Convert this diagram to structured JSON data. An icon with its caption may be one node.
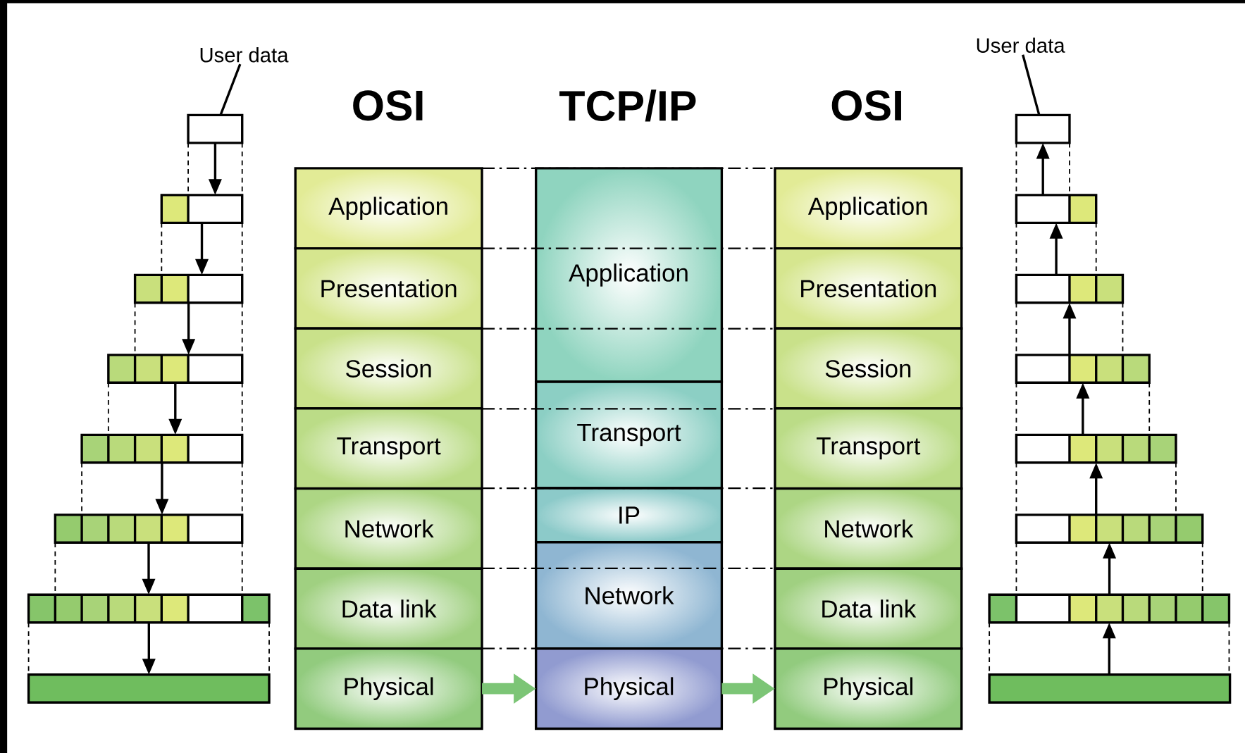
{
  "diagram": {
    "nodes": [
      {
        "text": [
          "User data"
        ]
      },
      {
        "text": [],
        "shape": "bar"
      },
      {
        "text": [],
        "shape": "bar"
      },
      {
        "text": [],
        "shape": "bar"
      },
      {
        "text": [],
        "shape": "bar"
      },
      {
        "text": [],
        "shape": "bar"
      },
      {
        "text": [],
        "shape": "bar"
      },
      {
        "text": [],
        "shape": "bar"
      },
      {
        "text": [],
        "shape": "bar"
      },
      {
        "text": [
          "Application"
        ]
      },
      {
        "text": [
          "Presentation"
        ]
      },
      {
        "text": [
          "Session"
        ]
      },
      {
        "text": [
          "Transport"
        ]
      },
      {
        "text": [
          "Network"
        ]
      },
      {
        "text": [
          "Data link"
        ]
      },
      {
        "text": [
          "Physical"
        ]
      },
      {
        "text": [
          "Application"
        ]
      },
      {
        "text": [
          "Transport"
        ]
      },
      {
        "text": [
          "IP"
        ]
      },
      {
        "text": [
          "Network"
        ]
      },
      {
        "text": [
          "Physical"
        ]
      },
      {
        "text": [
          "Application"
        ]
      },
      {
        "text": [
          "Presentation"
        ]
      },
      {
        "text": [
          "Session"
        ]
      },
      {
        "text": [
          "Transport"
        ]
      },
      {
        "text": [
          "Network"
        ]
      },
      {
        "text": [
          "Data link"
        ]
      },
      {
        "text": [
          "Physical"
        ]
      },
      {
        "text": [
          "User data"
        ]
      },
      {
        "text": [],
        "shape": "bar"
      },
      {
        "text": [],
        "shape": "bar"
      },
      {
        "text": [],
        "shape": "bar"
      },
      {
        "text": [],
        "shape": "bar"
      },
      {
        "text": [],
        "shape": "bar"
      },
      {
        "text": [],
        "shape": "bar"
      },
      {
        "text": [],
        "shape": "bar"
      },
      {
        "text": [],
        "shape": "bar"
      }
    ],
    "edges": [
      {
        "from": 0,
        "to": 1,
        "arrow": "none"
      },
      {
        "from": 1,
        "to": 2,
        "arrow": "to"
      },
      {
        "from": 2,
        "to": 3,
        "arrow": "to"
      },
      {
        "from": 3,
        "to": 4,
        "arrow": "to"
      },
      {
        "from": 4,
        "to": 5,
        "arrow": "to"
      },
      {
        "from": 5,
        "to": 6,
        "arrow": "to"
      },
      {
        "from": 6,
        "to": 7,
        "arrow": "to"
      },
      {
        "from": 7,
        "to": 8,
        "arrow": "to"
      },
      {
        "from": 15,
        "to": 20,
        "arrow": "to",
        "style": "thick",
        "color": "#7cc576"
      },
      {
        "from": 20,
        "to": 27,
        "arrow": "to",
        "style": "thick",
        "color": "#7cc576"
      },
      {
        "from": 28,
        "to": 29,
        "arrow": "none"
      },
      {
        "from": 30,
        "to": 29,
        "arrow": "to"
      },
      {
        "from": 31,
        "to": 30,
        "arrow": "to"
      },
      {
        "from": 32,
        "to": 31,
        "arrow": "to"
      },
      {
        "from": 33,
        "to": 32,
        "arrow": "to"
      },
      {
        "from": 34,
        "to": 33,
        "arrow": "to"
      },
      {
        "from": 35,
        "to": 34,
        "arrow": "to"
      },
      {
        "from": 36,
        "to": 35,
        "arrow": "to"
      }
    ],
    "labels": [
      "OSI",
      "TCP/IP",
      "OSI"
    ]
  }
}
